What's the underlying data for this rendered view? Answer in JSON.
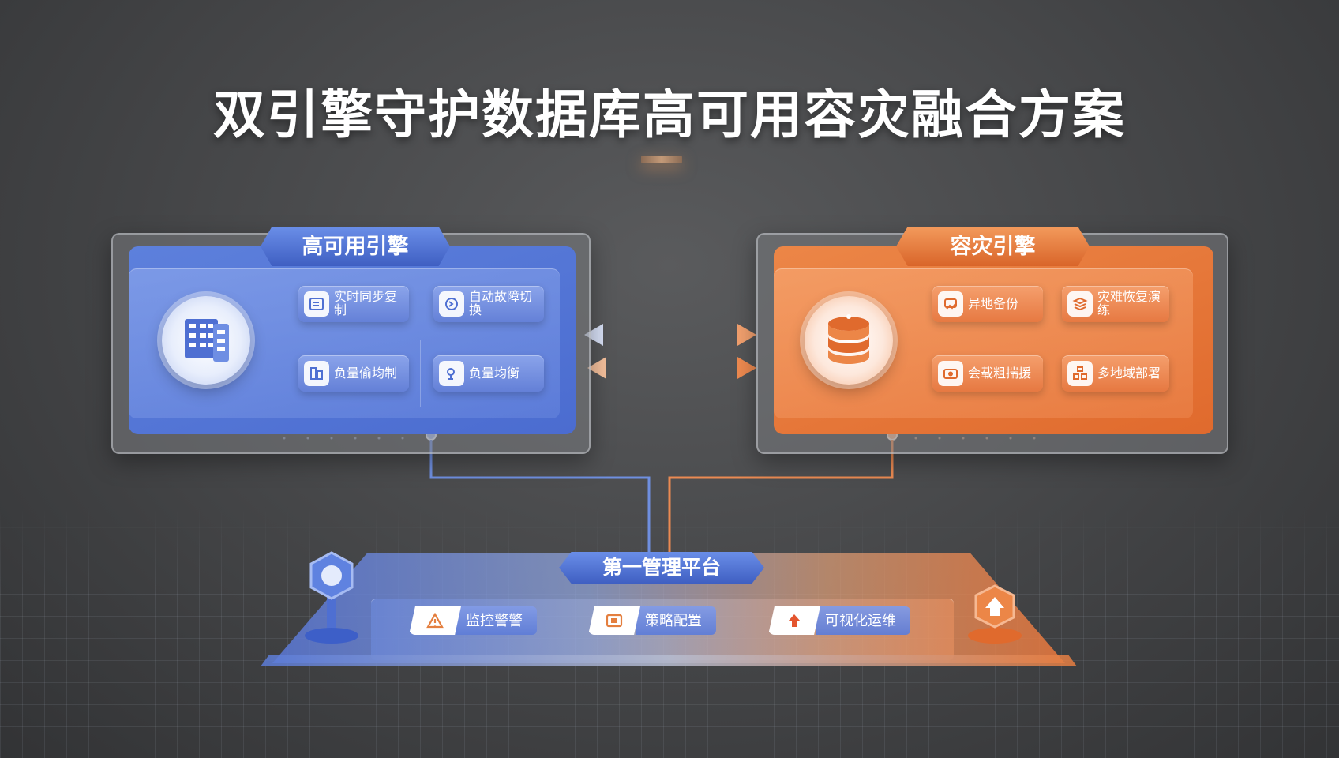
{
  "title": "双引擎守护数据库高可用容灾融合方案",
  "colors": {
    "ha_blue": "#4b6cd0",
    "dr_orange": "#e06a2d",
    "background": "#48494b"
  },
  "ha_engine": {
    "label": "高可用引擎",
    "icon": "building-icon",
    "features": [
      {
        "label": "实时同步复制",
        "icon": "sync-icon"
      },
      {
        "label": "自动故障切换",
        "icon": "switch-icon"
      },
      {
        "label": "负量偷均制",
        "icon": "balance-icon"
      },
      {
        "label": "负量均衡",
        "icon": "node-icon"
      }
    ]
  },
  "dr_engine": {
    "label": "容灾引擎",
    "icon": "database-icon",
    "features": [
      {
        "label": "异地备份",
        "icon": "backup-icon"
      },
      {
        "label": "灾难恢复演练",
        "icon": "stack-icon"
      },
      {
        "label": "会载粗揣援",
        "icon": "camera-icon"
      },
      {
        "label": "多地域部署",
        "icon": "region-icon"
      }
    ]
  },
  "platform": {
    "label": "第一管理平台",
    "items": [
      {
        "label": "监控警警",
        "icon": "warning-icon"
      },
      {
        "label": "策略配置",
        "icon": "config-icon"
      },
      {
        "label": "可视化运维",
        "icon": "ops-icon"
      }
    ]
  }
}
